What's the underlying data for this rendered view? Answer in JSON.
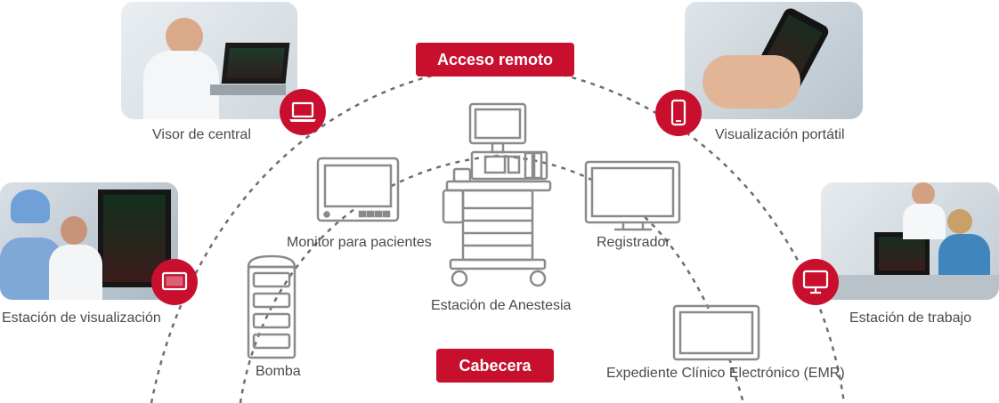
{
  "title_badge": "Acceso remoto",
  "bottom_badge": "Cabecera",
  "nodes": {
    "central": "Visor de central",
    "portable": "Visualización portátil",
    "display_station": "Estación de visualización",
    "workstation": "Estación de trabajo",
    "patient_monitor": "Monitor para pacientes",
    "recorder": "Registrador",
    "anesthesia": "Estación de Anestesia",
    "pump": "Bomba",
    "emr": "Expediente Clínico Electrónico (EMR)"
  },
  "icons": {
    "central": "laptop-icon",
    "portable": "smartphone-icon",
    "display_station": "monitor-icon",
    "workstation": "desktop-monitor-icon",
    "patient_monitor": "patient-monitor-icon",
    "recorder": "display-icon",
    "anesthesia": "anesthesia-machine-icon",
    "pump": "infusion-pump-icon",
    "emr": "emr-screen-icon"
  },
  "colors": {
    "accent": "#c8102e",
    "line": "#6e6e6e",
    "text": "#4a4a4a"
  }
}
